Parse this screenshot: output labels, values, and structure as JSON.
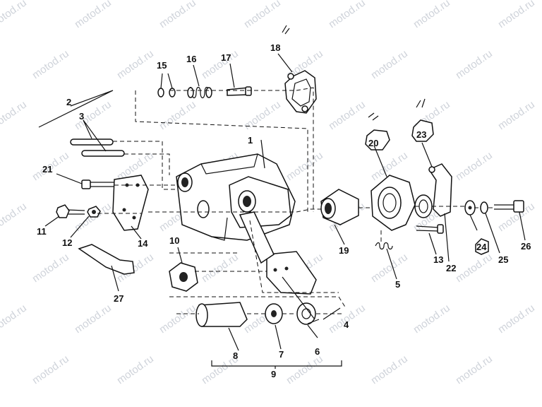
{
  "watermark": "motod.ru",
  "callouts": [
    {
      "id": "1",
      "text": "1"
    },
    {
      "id": "2",
      "text": "2"
    },
    {
      "id": "3",
      "text": "3"
    },
    {
      "id": "4",
      "text": "4"
    },
    {
      "id": "5",
      "text": "5"
    },
    {
      "id": "6",
      "text": "6"
    },
    {
      "id": "7",
      "text": "7"
    },
    {
      "id": "8",
      "text": "8"
    },
    {
      "id": "9",
      "text": "9"
    },
    {
      "id": "10",
      "text": "10"
    },
    {
      "id": "11",
      "text": "11"
    },
    {
      "id": "12",
      "text": "12"
    },
    {
      "id": "13",
      "text": "13"
    },
    {
      "id": "14",
      "text": "14"
    },
    {
      "id": "15",
      "text": "15"
    },
    {
      "id": "16",
      "text": "16"
    },
    {
      "id": "17",
      "text": "17"
    },
    {
      "id": "18",
      "text": "18"
    },
    {
      "id": "19",
      "text": "19"
    },
    {
      "id": "20",
      "text": "20"
    },
    {
      "id": "21",
      "text": "21"
    },
    {
      "id": "22",
      "text": "22"
    },
    {
      "id": "23",
      "text": "23"
    },
    {
      "id": "24",
      "text": "24"
    },
    {
      "id": "25",
      "text": "25"
    },
    {
      "id": "26",
      "text": "26"
    },
    {
      "id": "27",
      "text": "27"
    }
  ]
}
